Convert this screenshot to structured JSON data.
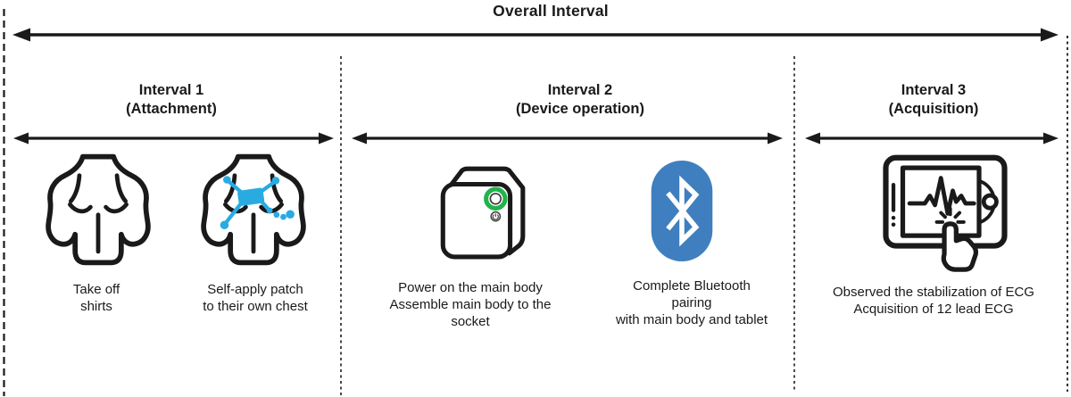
{
  "title": "Overall Interval",
  "colors": {
    "ink": "#1a1a1a",
    "bluetooth_blue": "#3f7fbf",
    "patch_cyan": "#29abe2",
    "power_green": "#22b34c"
  },
  "intervals": [
    {
      "name": "Interval 1",
      "subtitle": "(Attachment)",
      "steps": [
        {
          "icon": "bare-torso-icon",
          "caption": "Take off\nshirts"
        },
        {
          "icon": "torso-with-patch-icon",
          "caption": "Self-apply patch\nto their own chest"
        }
      ]
    },
    {
      "name": "Interval 2",
      "subtitle": "(Device operation)",
      "steps": [
        {
          "icon": "main-body-device-icon",
          "caption": "Power on the main body\nAssemble main body to the\nsocket"
        },
        {
          "icon": "bluetooth-icon",
          "caption": "Complete Bluetooth\npairing\nwith main body and tablet"
        }
      ]
    },
    {
      "name": "Interval 3",
      "subtitle": "(Acquisition)",
      "steps": [
        {
          "icon": "tablet-ecg-icon",
          "caption": "Observed the stabilization of ECG\nAcquisition of 12 lead ECG"
        }
      ]
    }
  ]
}
